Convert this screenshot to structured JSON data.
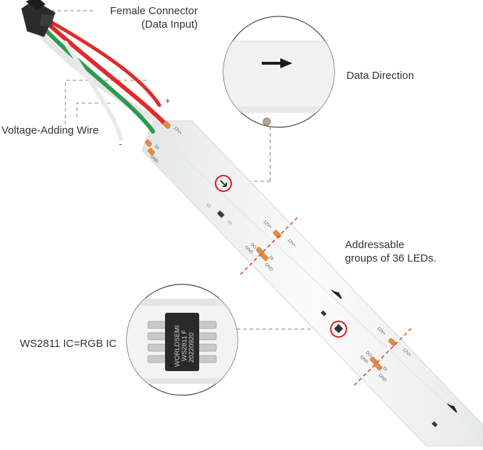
{
  "labels": {
    "connector_line1": "Female Connector",
    "connector_line2": "(Data Input)",
    "data_direction": "Data Direction",
    "voltage_wire": "Voltage-Adding Wire",
    "groups_line1": "Addressable",
    "groups_line2": "groups of 36 LEDs.",
    "ic_label": "WS2811 IC=RGB IC"
  },
  "wire_marks": {
    "plus": "+",
    "minus": "-"
  },
  "strip_pads": {
    "v12": "12V+",
    "di": "DI",
    "do": "DO",
    "gnd": "GND"
  },
  "chip_text": {
    "line1": "WORLDSEMI",
    "line2": "WS2811 F",
    "line3": "20220920"
  },
  "colors": {
    "wire_red": "#e02b2b",
    "wire_green": "#2f9a4e",
    "pad_orange": "#e08a44",
    "cut_line": "#e2431f",
    "highlight_circle": "#d81e1e",
    "strip": "#f4f5f4",
    "connector": "#2b2b2b"
  },
  "icons": [
    "arrow-right-icon",
    "arrow-down-right-icon",
    "connector-icon",
    "ic-chip-icon"
  ]
}
